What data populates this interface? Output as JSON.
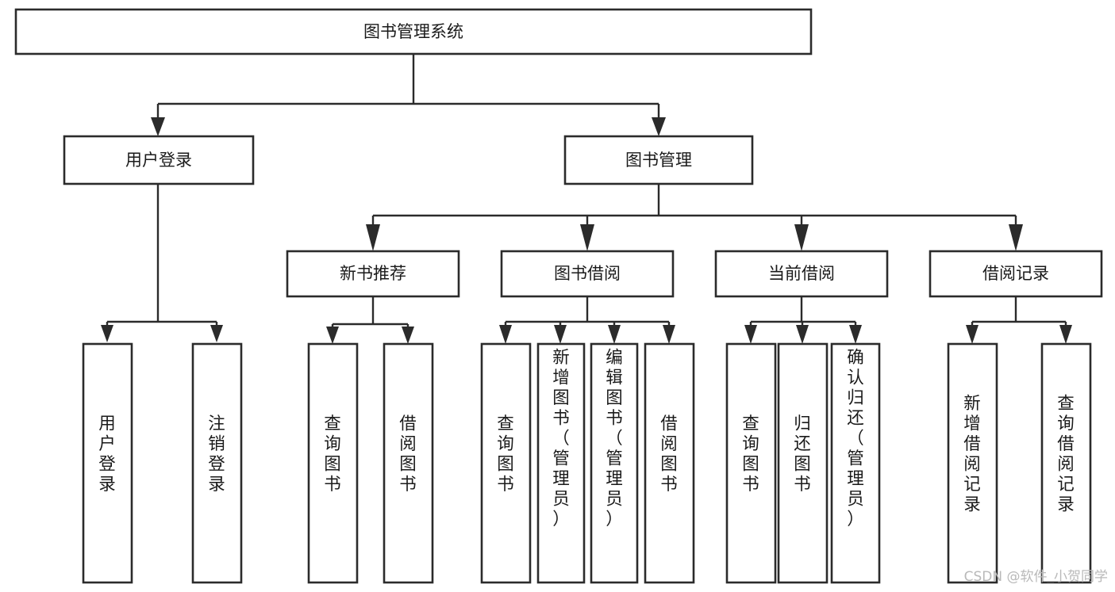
{
  "diagram": {
    "title": "图书管理系统",
    "type": "tree",
    "root": {
      "id": "root",
      "label": "图书管理系统",
      "orientation": "horizontal"
    },
    "level2": [
      {
        "id": "user-login",
        "label": "用户登录",
        "orientation": "horizontal"
      },
      {
        "id": "book-manage",
        "label": "图书管理",
        "orientation": "horizontal"
      }
    ],
    "level3": [
      {
        "id": "new-book-recommend",
        "label": "新书推荐",
        "orientation": "horizontal",
        "parent": "book-manage"
      },
      {
        "id": "book-borrow",
        "label": "图书借阅",
        "orientation": "horizontal",
        "parent": "book-manage"
      },
      {
        "id": "current-borrow",
        "label": "当前借阅",
        "orientation": "horizontal",
        "parent": "book-manage"
      },
      {
        "id": "borrow-record",
        "label": "借阅记录",
        "orientation": "horizontal",
        "parent": "book-manage"
      }
    ],
    "leaves": {
      "user-login": [
        {
          "id": "leaf-user-login",
          "label": "用户登录",
          "orientation": "vertical"
        },
        {
          "id": "leaf-logout",
          "label": "注销登录",
          "orientation": "vertical"
        }
      ],
      "new-book-recommend": [
        {
          "id": "leaf-query-book-1",
          "label": "查询图书",
          "orientation": "vertical"
        },
        {
          "id": "leaf-borrow-book-1",
          "label": "借阅图书",
          "orientation": "vertical"
        }
      ],
      "book-borrow": [
        {
          "id": "leaf-query-book-2",
          "label": "查询图书",
          "orientation": "vertical"
        },
        {
          "id": "leaf-add-book",
          "label": "新增图书（管理员）",
          "orientation": "vertical"
        },
        {
          "id": "leaf-edit-book",
          "label": "编辑图书（管理员）",
          "orientation": "vertical"
        },
        {
          "id": "leaf-borrow-book-2",
          "label": "借阅图书",
          "orientation": "vertical"
        }
      ],
      "current-borrow": [
        {
          "id": "leaf-query-book-3",
          "label": "查询图书",
          "orientation": "vertical"
        },
        {
          "id": "leaf-return-book",
          "label": "归还图书",
          "orientation": "vertical"
        },
        {
          "id": "leaf-confirm-return",
          "label": "确认归还（管理员）",
          "orientation": "vertical"
        }
      ],
      "borrow-record": [
        {
          "id": "leaf-add-record",
          "label": "新增借阅记录",
          "orientation": "vertical"
        },
        {
          "id": "leaf-query-record",
          "label": "查询借阅记录",
          "orientation": "vertical"
        }
      ]
    }
  },
  "watermark": {
    "text": "CSDN @软件_小贺同学"
  },
  "colors": {
    "background": "#ffffff",
    "box_fill": "#ffffff",
    "box_stroke": "#2b2b2b",
    "connector": "#2b2b2b",
    "text": "#1a1a1a",
    "watermark": "#b9b9b9"
  }
}
